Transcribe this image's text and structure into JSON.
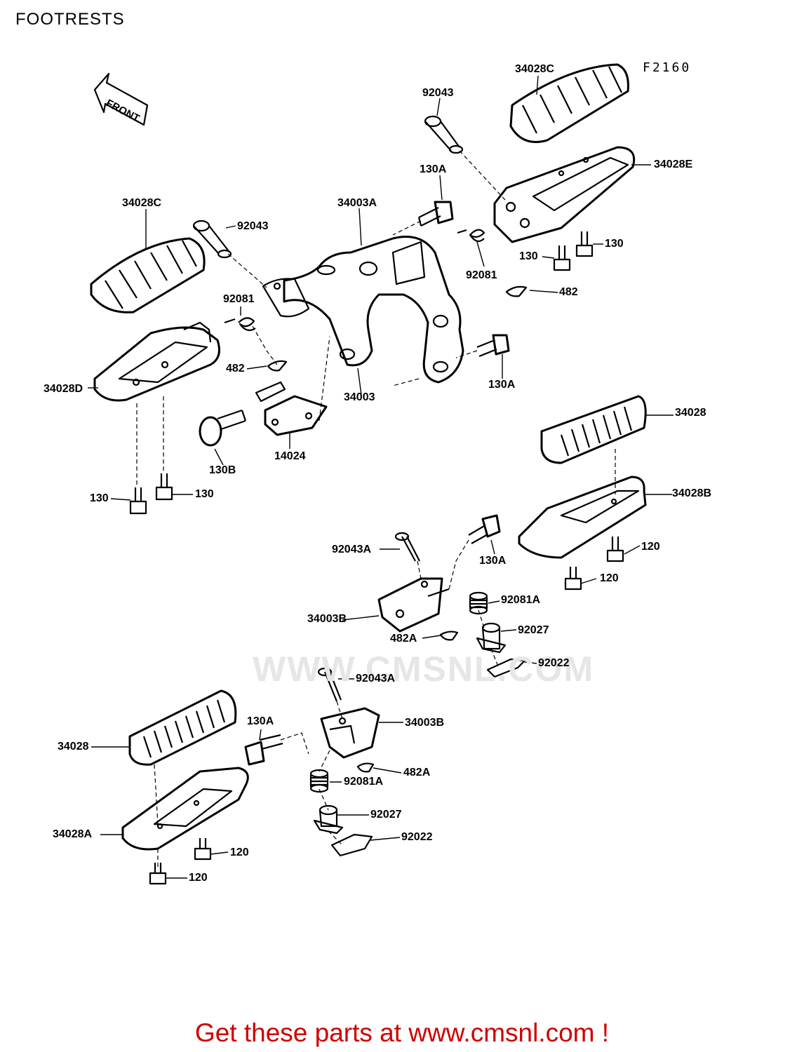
{
  "header": {
    "title": "FOOTRESTS",
    "figure_code": "F2160"
  },
  "arrow": {
    "label": "FRONT"
  },
  "watermark": {
    "text": "WWW.CMSNL.COM"
  },
  "footer": {
    "link_text": "Get these parts at www.cmsnl.com !"
  },
  "colors": {
    "line": "#000000",
    "footer": "#d00000",
    "watermark": "#e6e6e6"
  },
  "callouts": [
    "34028C",
    "92043",
    "34028E",
    "130A",
    "34003A",
    "34028C",
    "92043",
    "130",
    "130",
    "92081",
    "482",
    "92081",
    "482",
    "34028D",
    "34003",
    "130A",
    "130B",
    "14024",
    "130",
    "130",
    "34028",
    "34028B",
    "92043A",
    "130A",
    "120",
    "120",
    "92081A",
    "34003B",
    "92027",
    "482A",
    "92022",
    "92043A",
    "34003B",
    "130A",
    "34028",
    "482A",
    "92081A",
    "92027",
    "92022",
    "34028A",
    "120",
    "120"
  ]
}
